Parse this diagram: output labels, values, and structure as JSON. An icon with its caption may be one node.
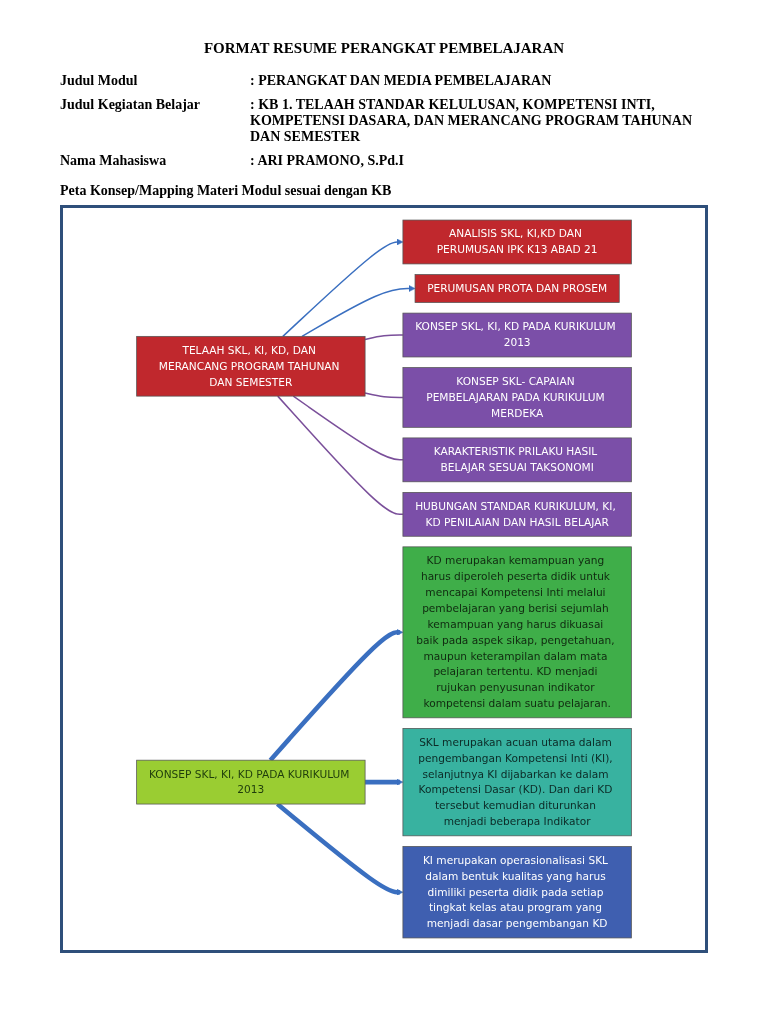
{
  "diagram": {
    "title": "FORMAT RESUME PERANGKAT PEMBELAJARAN",
    "nodes": [
      {
        "text": [
          "TELAAH SKL, KI, KD, DAN MERANCANG PROGRAM TAHUNAN DAN SEMESTER"
        ]
      },
      {
        "text": [
          "ANALISIS SKL, KI,KD DAN PERUMUSAN IPK K13 ABAD 21"
        ]
      },
      {
        "text": [
          "PERUMUSAN PROTA DAN PROSEM"
        ]
      },
      {
        "text": [
          "KONSEP SKL, KI, KD PADA KURIKULUM 2013"
        ]
      },
      {
        "text": [
          "KONSEP SKL- CAPAIAN PEMBELAJARAN PADA KURIKULUM MERDEKA"
        ]
      },
      {
        "text": [
          "KARAKTERISTIK PRILAKU HASIL BELAJAR SESUAI TAKSONOMI"
        ]
      },
      {
        "text": [
          "HUBUNGAN STANDAR KURIKULUM, KI, KD PENILAIAN DAN HASIL BELAJAR"
        ]
      },
      {
        "text": [
          "KONSEP SKL, KI, KD PADA KURIKULUM 2013"
        ]
      },
      {
        "text": [
          "KD merupakan kemampuan yang harus diperoleh peserta didik untuk mencapai Kompetensi Inti melalui pembelajaran yang berisi sejumlah kemampuan yang harus dikuasai baik pada aspek sikap, pengetahuan, maupun keterampilan dalam mata pelajaran tertentu. KD menjadi rujukan penyusunan indikator kompetensi dalam suatu pelajaran."
        ]
      },
      {
        "text": [
          "SKL merupakan acuan utama dalam pengembangan Kompetensi Inti (KI), selanjutnya KI dijabarkan ke dalam Kompetensi Dasar (KD). Dan dari KD tersebut kemudian diturunkan menjadi beberapa Indikator"
        ]
      },
      {
        "text": [
          "KI merupakan operasionalisasi SKL dalam bentuk kualitas yang harus dimiliki peserta didik pada setiap tingkat kelas atau program yang menjadi dasar pengembangan KD"
        ]
      }
    ],
    "edges": [
      {
        "from": 0,
        "to": 1,
        "arrow": "to"
      },
      {
        "from": 0,
        "to": 2,
        "arrow": "to"
      },
      {
        "from": 0,
        "to": 3,
        "arrow": "none",
        "color": "#7a4f9a"
      },
      {
        "from": 0,
        "to": 4,
        "arrow": "none",
        "color": "#7a4f9a"
      },
      {
        "from": 0,
        "to": 5,
        "arrow": "none",
        "color": "#7a4f9a"
      },
      {
        "from": 0,
        "to": 6,
        "arrow": "none",
        "color": "#7a4f9a"
      },
      {
        "from": 7,
        "to": 8,
        "arrow": "to",
        "style": "thick"
      },
      {
        "from": 7,
        "to": 9,
        "arrow": "to",
        "style": "thick"
      },
      {
        "from": 7,
        "to": 10,
        "arrow": "to",
        "style": "thick"
      }
    ],
    "labels": [
      "Judul Modul",
      ":  PERANGKAT DAN MEDIA PEMBELAJARAN",
      "Judul Kegiatan Belajar",
      ": KB 1. TELAAH STANDAR KELULUSAN, KOMPETENSI INTI, KOMPETENSI DASARA, DAN MERANCANG PROGRAM TAHUNAN DAN SEMESTER",
      "Nama Mahasiswa",
      ": ARI PRAMONO, S.Pd.I",
      "Peta Konsep/Mapping Materi Modul sesuai dengan KB"
    ]
  }
}
